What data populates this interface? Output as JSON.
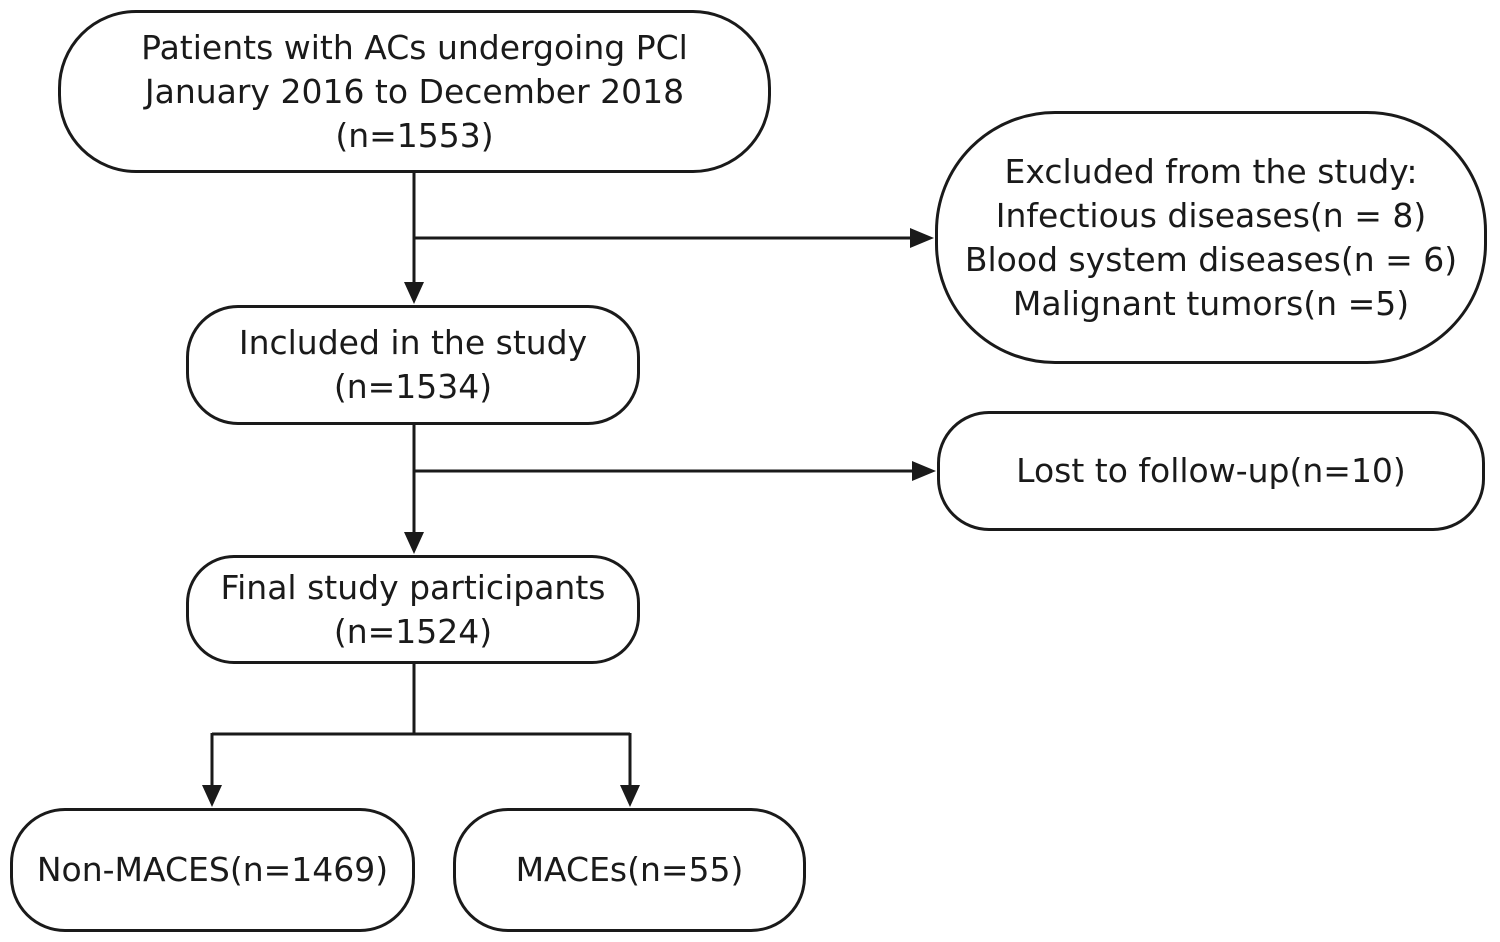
{
  "start": {
    "line1": "Patients with ACs undergoing PCl",
    "line2": "January 2016 to December 2018",
    "line3": "(n=1553)"
  },
  "excluded": {
    "title": "Excluded from the study:",
    "item1": "Infectious diseases(n = 8)",
    "item2": "Blood system diseases(n = 6)",
    "item3": "Malignant tumors(n =5)"
  },
  "included": {
    "line1": "Included in the study",
    "line2": "(n=1534)"
  },
  "lost": {
    "line1": "Lost to follow-up(n=10)"
  },
  "final": {
    "line1": "Final study participants",
    "line2": "(n=1524)"
  },
  "non_maces": {
    "line1": "Non-MACES(n=1469)"
  },
  "maces": {
    "line1": "MACEs(n=55)"
  },
  "colors": {
    "stroke": "#1a1a1a",
    "background": "#ffffff"
  }
}
